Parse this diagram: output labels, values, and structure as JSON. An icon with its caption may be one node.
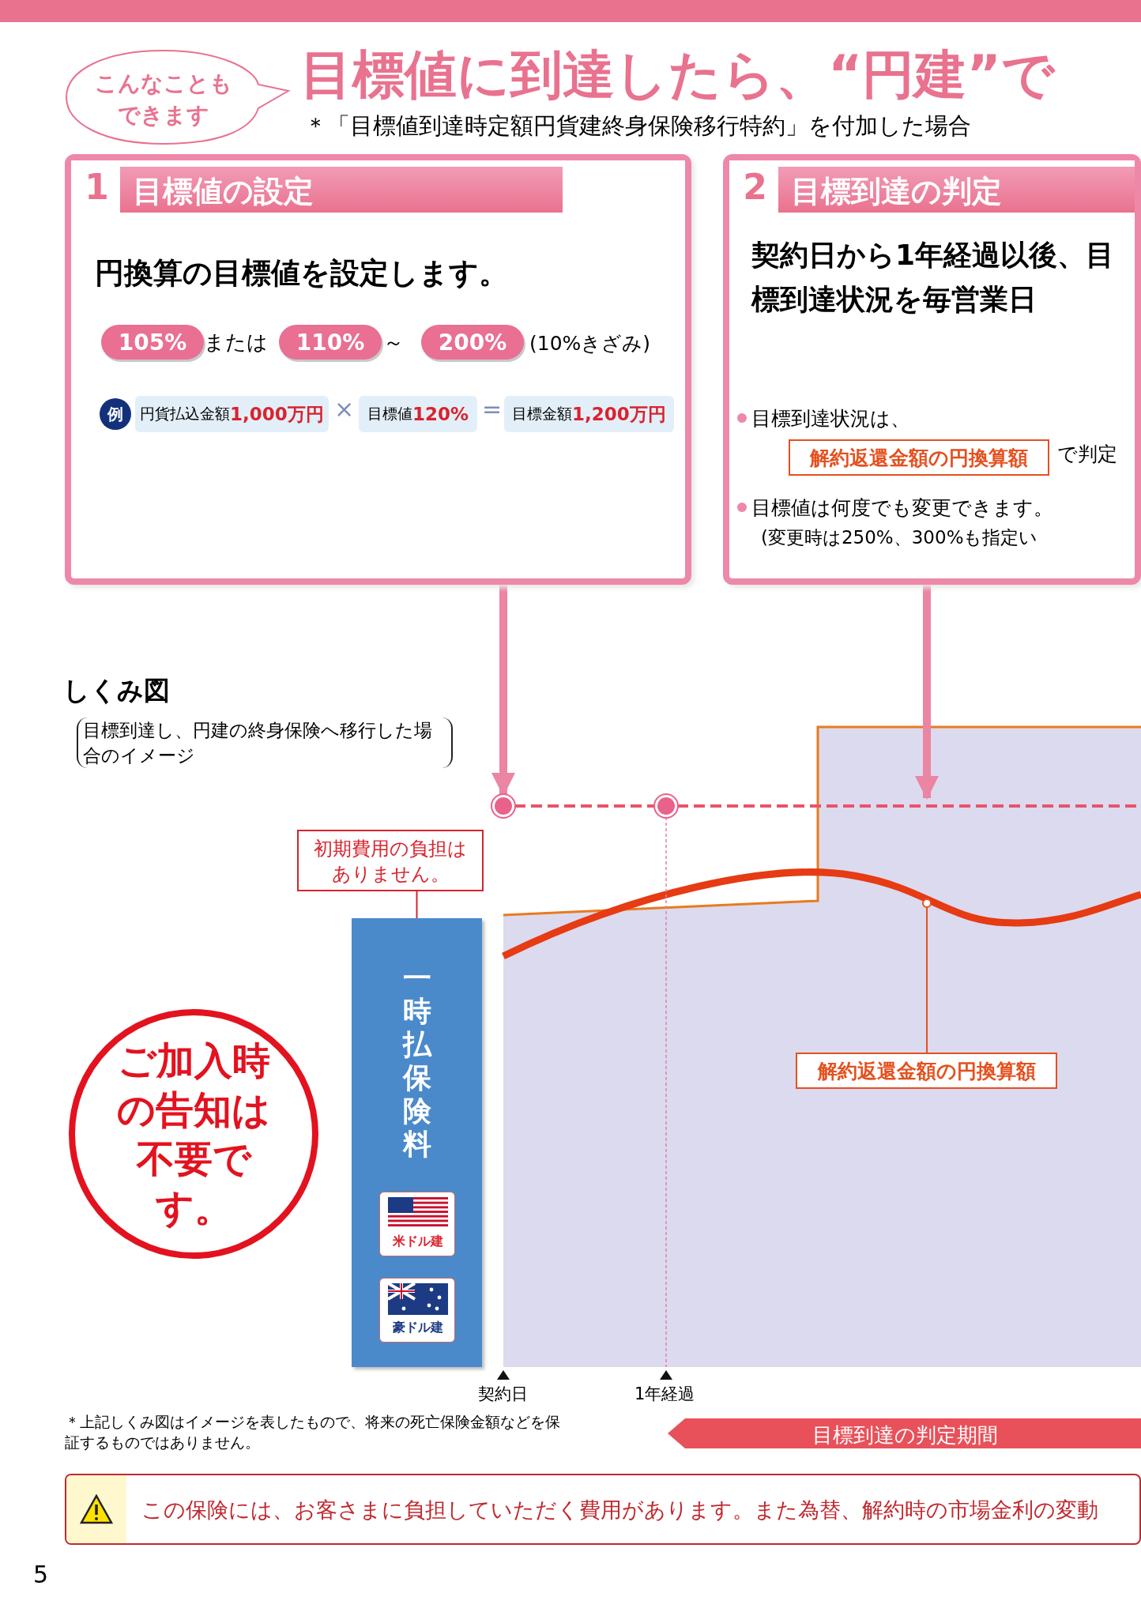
{
  "diagram": {
    "title": "目標値に到達したら、“円建”で",
    "nodes": [
      {
        "text": [
          "こんなこともできます"
        ]
      },
      {
        "text": [
          "1",
          "目標値の設定",
          "円換算の目標値を設定します。",
          "または",
          "～",
          "(10%きざみ)",
          "×",
          "="
        ]
      },
      {
        "text": [
          "105%"
        ],
        "in": 1
      },
      {
        "text": [
          "110%"
        ],
        "in": 1
      },
      {
        "text": [
          "200%"
        ],
        "in": 1
      },
      {
        "text": [
          "例"
        ],
        "in": 1
      },
      {
        "text": [
          "円貨払込金額**1,000万円**"
        ],
        "in": 1
      },
      {
        "text": [
          "目標値**120%**"
        ],
        "in": 1
      },
      {
        "text": [
          "目標金額**1,200万円**"
        ],
        "in": 1
      },
      {
        "text": [
          "2",
          "目標到達の判定",
          "契約日から1年経過以後、目標到達状況を毎営業日",
          "目標到達状況は、",
          "で判定",
          "目標値は何度でも変更できます。",
          "(変更時は250%、300%も指定い"
        ]
      },
      {
        "text": [
          "解約返還金額の円換算額"
        ],
        "in": 9
      },
      {
        "text": [],
        "shape": "circle"
      },
      {
        "text": [],
        "shape": "circle"
      },
      {
        "text": [
          "初期費用の負担はありません。"
        ]
      },
      {
        "text": [
          "一時払保険料"
        ]
      },
      {
        "text": [
          "米ドル建"
        ],
        "in": 14
      },
      {
        "text": [
          "豪ドル建"
        ],
        "in": 14
      },
      {
        "text": [
          "ご加入時の告知は不要です。"
        ]
      },
      {
        "text": [
          "解約返還金額の円換算額"
        ]
      },
      {
        "text": [],
        "shape": "circle"
      },
      {
        "text": [
          "目標到達の判定期間"
        ]
      },
      {
        "text": [
          "この保険には、お客さまに負担していただく費用があります。また為替、解約時の市場金利の変動"
        ]
      }
    ],
    "edges": [
      {
        "from": 1,
        "to": 11,
        "arrow": "to",
        "style": "thick"
      },
      {
        "from": 9,
        "to": null,
        "arrow": "to",
        "style": "thick"
      },
      {
        "from": 11,
        "to": 12,
        "arrow": "none",
        "style": "dashed",
        "color": "#e8546a"
      },
      {
        "from": 12,
        "to": null,
        "arrow": "none",
        "style": "dashed",
        "color": "#e8546a"
      },
      {
        "from": 13,
        "to": 14,
        "arrow": "none",
        "color": "#d9232e"
      },
      {
        "from": 18,
        "to": 19,
        "arrow": "none",
        "color": "#e5501e"
      }
    ],
    "labels": [
      "＊「目標値到達時定額円貨建終身保険移行特約」を付加した場合",
      "しくみ図",
      "目標到達し、円建の終身保険へ移行した場合のイメージ",
      "契約日",
      "1年経過",
      "＊上記しくみ図はイメージを表したもので、将来の死亡保険金額などを保証するものではありません。",
      "5"
    ]
  }
}
